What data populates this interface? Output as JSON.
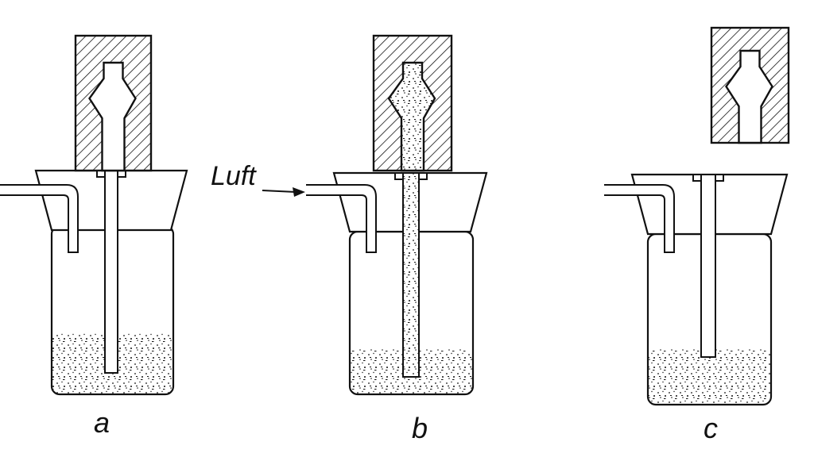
{
  "figure": {
    "flow_label": "Luft",
    "panels": [
      {
        "label": "a",
        "powder_in_tube": false,
        "mold_filled": false,
        "mold_detached": false
      },
      {
        "label": "b",
        "powder_in_tube": true,
        "mold_filled": true,
        "mold_detached": false
      },
      {
        "label": "c",
        "powder_in_tube": false,
        "mold_filled": false,
        "mold_detached": true
      }
    ]
  },
  "colors": {
    "ink": "#111111",
    "background": "#ffffff"
  }
}
